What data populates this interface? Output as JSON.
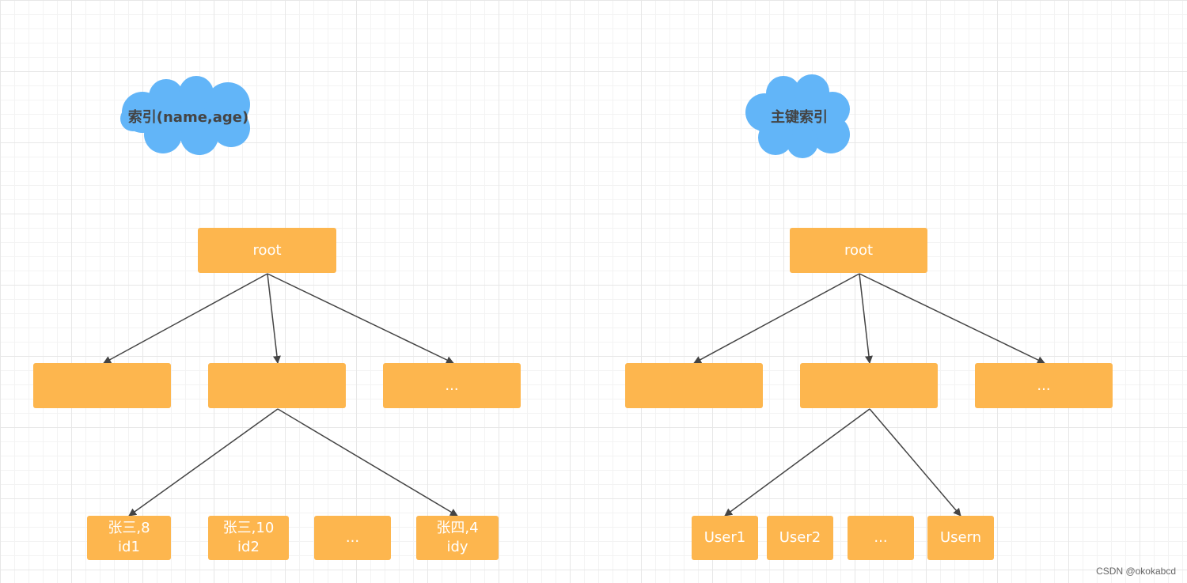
{
  "left_tree": {
    "cloud_label": "索引(name,age)",
    "root": "root",
    "level1": [
      "",
      "",
      "..."
    ],
    "leaves": [
      {
        "line1": "张三,8",
        "line2": "id1"
      },
      {
        "line1": "张三,10",
        "line2": "id2"
      },
      {
        "line1": "...",
        "line2": ""
      },
      {
        "line1": "张四,4",
        "line2": "idy"
      }
    ]
  },
  "right_tree": {
    "cloud_label": "主键索引",
    "root": "root",
    "level1": [
      "",
      "",
      "..."
    ],
    "leaves": [
      {
        "line1": "User1",
        "line2": ""
      },
      {
        "line1": "User2",
        "line2": ""
      },
      {
        "line1": "...",
        "line2": ""
      },
      {
        "line1": "Usern",
        "line2": ""
      }
    ]
  },
  "colors": {
    "node_fill": "#fdb64e",
    "node_text": "#ffffff",
    "cloud_fill": "#62b5f8",
    "cloud_text": "#444444",
    "edge": "#444444"
  },
  "watermark": "CSDN @okokabcd"
}
